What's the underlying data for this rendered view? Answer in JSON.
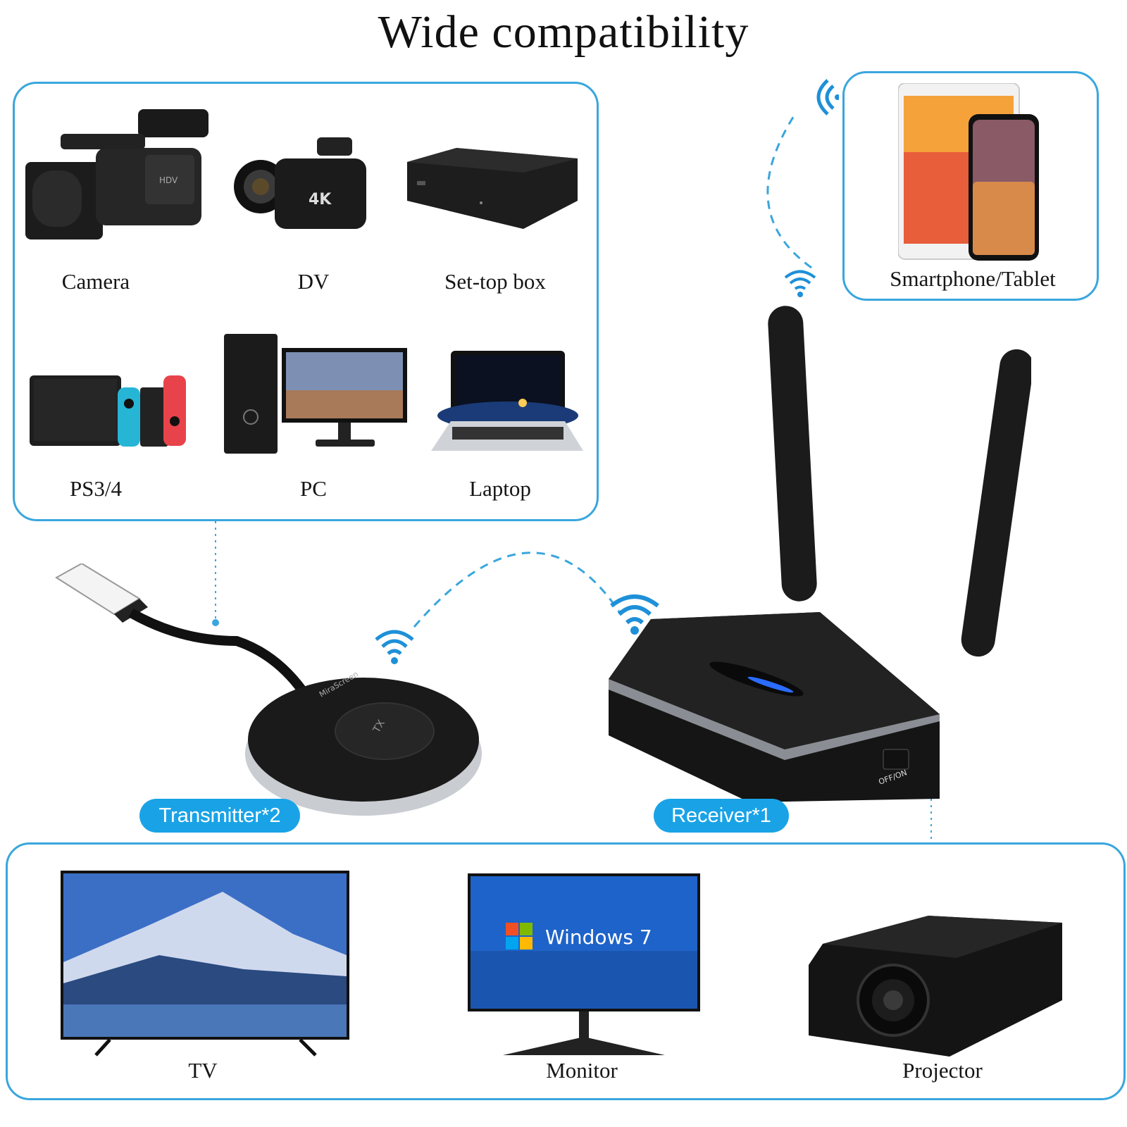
{
  "title": "Wide compatibility",
  "source_devices": [
    {
      "label": "Camera",
      "icon": "camcorder-icon"
    },
    {
      "label": "DV",
      "icon": "dv-camera-icon"
    },
    {
      "label": "Set-top box",
      "icon": "set-top-box-icon"
    },
    {
      "label": "PS3/4",
      "icon": "game-console-icon"
    },
    {
      "label": "PC",
      "icon": "desktop-pc-icon"
    },
    {
      "label": "Laptop",
      "icon": "laptop-icon"
    }
  ],
  "mobile": {
    "label": "Smartphone/Tablet",
    "icon": "phone-tablet-icon"
  },
  "transmitter": {
    "label": "Transmitter*2",
    "brand": "MiraScreen",
    "button": "TX"
  },
  "receiver": {
    "label": "Receiver*1",
    "switch": "OFF/ON"
  },
  "displays": [
    {
      "label": "TV",
      "icon": "tv-icon"
    },
    {
      "label": "Monitor",
      "icon": "monitor-icon",
      "screen_text": "Windows 7"
    },
    {
      "label": "Projector",
      "icon": "projector-icon"
    }
  ],
  "colors": {
    "accent": "#3aa6dd",
    "pill": "#19a3e6"
  }
}
